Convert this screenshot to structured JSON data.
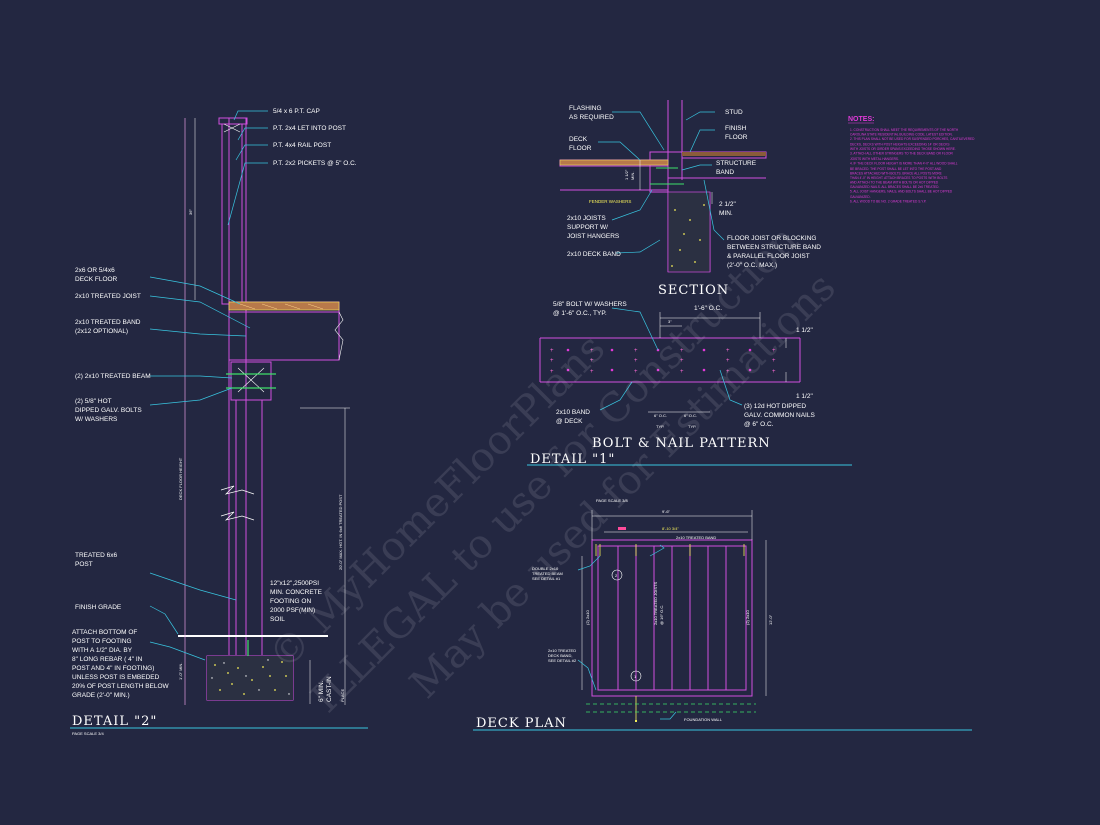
{
  "detail2": {
    "title": "DETAIL \"2\"",
    "scale": "PAGE SCALE 3/4",
    "labels": {
      "cap": "5/4 x 6 P.T. CAP",
      "rail_into_post": "P.T. 2x4 LET INTO POST",
      "rail_post": "P.T. 4x4 RAIL POST",
      "pickets": "P.T. 2x2 PICKETS @ 5\" O.C.",
      "deck_floor_1": "2x6 OR 5/4x6",
      "deck_floor_2": "DECK FLOOR",
      "joist": "2x10 TREATED JOIST",
      "band_1": "2x10 TREATED BAND",
      "band_2": "(2x12 OPTIONAL)",
      "beam": "(2) 2x10 TREATED BEAM",
      "bolts_1": "(2) 5/8\" HOT",
      "bolts_2": "DIPPED GALV. BOLTS",
      "bolts_3": "W/ WASHERS",
      "post_1": "TREATED 6x6",
      "post_2": "POST",
      "grade": "FINISH GRADE",
      "attach_1": "ATTACH BOTTOM OF",
      "attach_2": "POST TO FOOTING",
      "attach_3": "WITH A 1/2\" DIA. BY",
      "attach_4": "8\" LONG REBAR ( 4\" IN",
      "attach_5": "POST AND 4\" IN FOOTING)",
      "attach_6": "UNLESS POST IS EMBEDED",
      "attach_7": "20% OF POST LENGTH BELOW",
      "attach_8": "GRADE (2'-0\" MIN.)",
      "footing_1": "12\"x12\",2500PSI",
      "footing_2": "MIN. CONCRETE",
      "footing_3": "FOOTING ON",
      "footing_4": "2000 PSF(MIN)",
      "footing_5": "SOIL",
      "cast_1": "6\" MIN.",
      "cast_2": "CAST-IN",
      "cast_3": "PLACE",
      "vert_height": "DECK FLOOR HEIGHT",
      "vert_max": "20'-0\" MAX. HGT. IN 6x6 TREATED POST",
      "vert_36": "36\"",
      "vert_foot": "1'-0\" MIN."
    }
  },
  "section": {
    "title": "SECTION",
    "labels": {
      "flashing_1": "FLASHING",
      "flashing_2": "AS REQUIRED",
      "stud": "STUD",
      "deck_1": "DECK",
      "deck_2": "FLOOR",
      "finish_1": "FINISH",
      "finish_2": "FLOOR",
      "structure_1": "STRUCTURE",
      "structure_2": "BAND",
      "fender": "FENDER WASHERS",
      "joists_1": "2x10 JOISTS",
      "joists_2": "SUPPORT W/",
      "joists_3": "JOIST HANGERS",
      "min_1": "2 1/2\"",
      "min_2": "MIN.",
      "band": "2x10 DECK BAND",
      "floor_joist_1": "FLOOR JOIST OR BLOCKING",
      "floor_joist_2": "BETWEEN STRUCTURE BAND",
      "floor_joist_3": "& PARALLEL FLOOR JOIST",
      "floor_joist_4": "(2'-0\" O.C. MAX.)",
      "dim_a": "1 1/2\"",
      "dim_b": "MIN."
    }
  },
  "bolt_pattern": {
    "title": "BOLT & NAIL PATTERN",
    "detail": "DETAIL \"1\"",
    "labels": {
      "bolt_1": "5/8\" BOLT W/ WASHERS",
      "bolt_2": "@ 1'-6\" O.C., TYP.",
      "spacing": "1'-6\" O.C.",
      "three": "3\"",
      "edge_top": "1 1/2\"",
      "edge_bottom": "1 1/2\"",
      "band_1": "2x10 BAND",
      "band_2": "@ DECK",
      "nails_1": "(3) 12d HOT DIPPED",
      "nails_2": "GALV. COMMON NAILS",
      "nails_3": "@ 6\" O.C.",
      "six_a": "6\" O.C.",
      "six_b": "6\" O.C.",
      "typ_a": "TYP.",
      "typ_b": "TYP."
    }
  },
  "deck_plan": {
    "title": "DECK PLAN",
    "scale": "PAGE SCALE 3/8",
    "labels": {
      "overall": "9'-6\"",
      "inner": "8'-10 3/4\"",
      "band_top": "2x10 TREATED BAND",
      "beam_1": "DOUBLE 2x10",
      "beam_2": "TREATED BEAM",
      "beam_3": "SEE DETAIL #1",
      "joists_1": "2x10 TREATED JOISTS",
      "joists_2": "@ 16\" O.C.",
      "width_a": "(2) 2x10",
      "width_b": "12'-0\"",
      "side_left": "(2) 2x10",
      "band_side_1": "2x10 TREATED",
      "band_side_2": "DECK BAND,",
      "band_side_3": "SEE DETAIL #2",
      "wall": "FOUNDATION WALL",
      "tag_2": "2",
      "tag_1": "1"
    }
  },
  "notes": {
    "heading": "NOTES:",
    "items": [
      "1.  CONSTRUCTION SHALL MEET THE REQUIREMENTS OF THE NORTH",
      "     CAROLINA STATE RESIDENTIAL BUILDING CODE, LATEST EDITION.",
      "2.  THIS PLAN SHALL NOT BE USED FOR SUSPENDED PORCHES, CANTILEVERED",
      "     DECKS, DECKS WITH POST HEIGHTS EXCEEDING 14' OR DECKS",
      "     WITH JOISTS OR GIRDER SPANS EXCEEDING THOSE SHOWN HERE.",
      "3.  ATTACH ALL OTHER STRINGERS TO THE DECK BAND OR FLOOR",
      "     JOISTS WITH METAL HANGERS.",
      "4.  IF THE DECK FLOOR HEIGHT IS MORE THAN 4'-0\" ALL WOOD SHALL",
      "     BE BRACED. THE POST SHALL BE LET INTO THE POST AND",
      "     BRACES ATTACHED WITH BOLTS. BRACE ALL POSTS MORE",
      "     THAN 4'-0\" IN HEIGHT. ATTACH BRACES TO POSTS WITH BOLTS",
      "     AND ATTACH TO THE BEAM WITH BOLTS OR HOT DIPPED",
      "     GALVANIZED NAILS. ALL BRACES SHALL BE 2x6 TREATED.",
      "5.  ALL JOIST HANGERS, NAILS, AND BOLTS SHALL BE HOT DIPPED",
      "     GALVANIZED.",
      "6.  ALL WOOD TO BE NO. 2 GRADE TREATED S.Y.P."
    ]
  },
  "watermark": {
    "line1": "© MyHomeFloorPlans",
    "line2": "ILLEGAL to use for Construction",
    "line3": "May be used for Estimations"
  }
}
